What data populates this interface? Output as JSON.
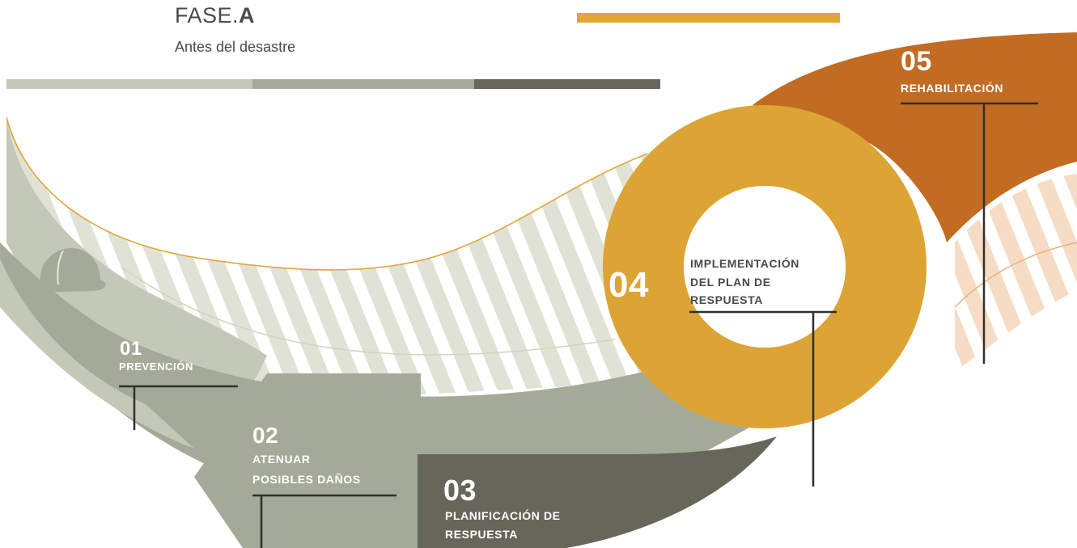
{
  "header": {
    "phase_prefix": "FASE.",
    "phase_letter": "A",
    "phase_subtitle": "Antes del desastre"
  },
  "steps": [
    {
      "number": "01",
      "label": "PREVENCIÓN"
    },
    {
      "number": "02",
      "label_lines": [
        "ATENUAR",
        "POSIBLES DAÑOS"
      ]
    },
    {
      "number": "03",
      "label_lines": [
        "PLANIFICACIÓN DE",
        "RESPUESTA"
      ]
    },
    {
      "number": "04",
      "label_lines": [
        "IMPLEMENTACIÓN",
        "DEL PLAN DE",
        "RESPUESTA"
      ]
    },
    {
      "number": "05",
      "label": "REHABILITACIÓN"
    }
  ],
  "colors": {
    "step1": "#c4c8b6",
    "step2": "#a3ab98",
    "step3": "#66665a",
    "step4": "#dca434",
    "step5": "#c26b22",
    "stripe_bg": "#e0e2d6",
    "stripe_bg_orange": "#f6dcc4",
    "gold_line": "#e0a636",
    "text_dark": "#4a4a4a"
  },
  "icons": [
    "hard-hat-icon"
  ]
}
